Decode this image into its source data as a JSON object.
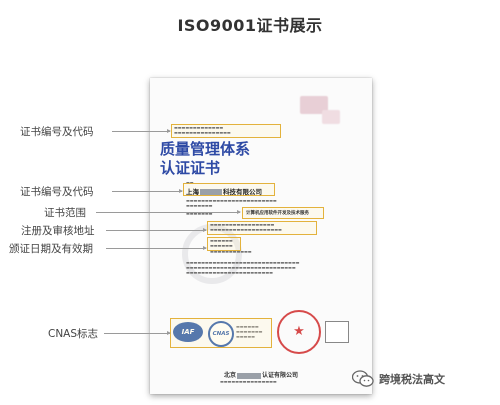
{
  "page_title": "ISO9001证书展示",
  "certificate": {
    "title_line1": "质量管理体系",
    "title_line2": "认证证书",
    "company_prefix": "上海",
    "company_suffix": "科技有限公司",
    "scope": "计算机应用软件开发及技术服务",
    "issuer_prefix": "北京",
    "issuer_suffix": "认证有限公司",
    "logo_iaf": "IAF",
    "logo_cnas": "CNAS"
  },
  "callouts": [
    "证书编号及代码",
    "证书编号及代码",
    "证书范围",
    "注册及审核地址",
    "颁证日期及有效期",
    "CNAS标志"
  ],
  "watermark": {
    "text": "跨境税法高文",
    "icon": "wechat-icon"
  },
  "colors": {
    "title_blue": "#2e4aa5",
    "highlight": "#e3b23c",
    "seal_red": "#d64a4a"
  }
}
